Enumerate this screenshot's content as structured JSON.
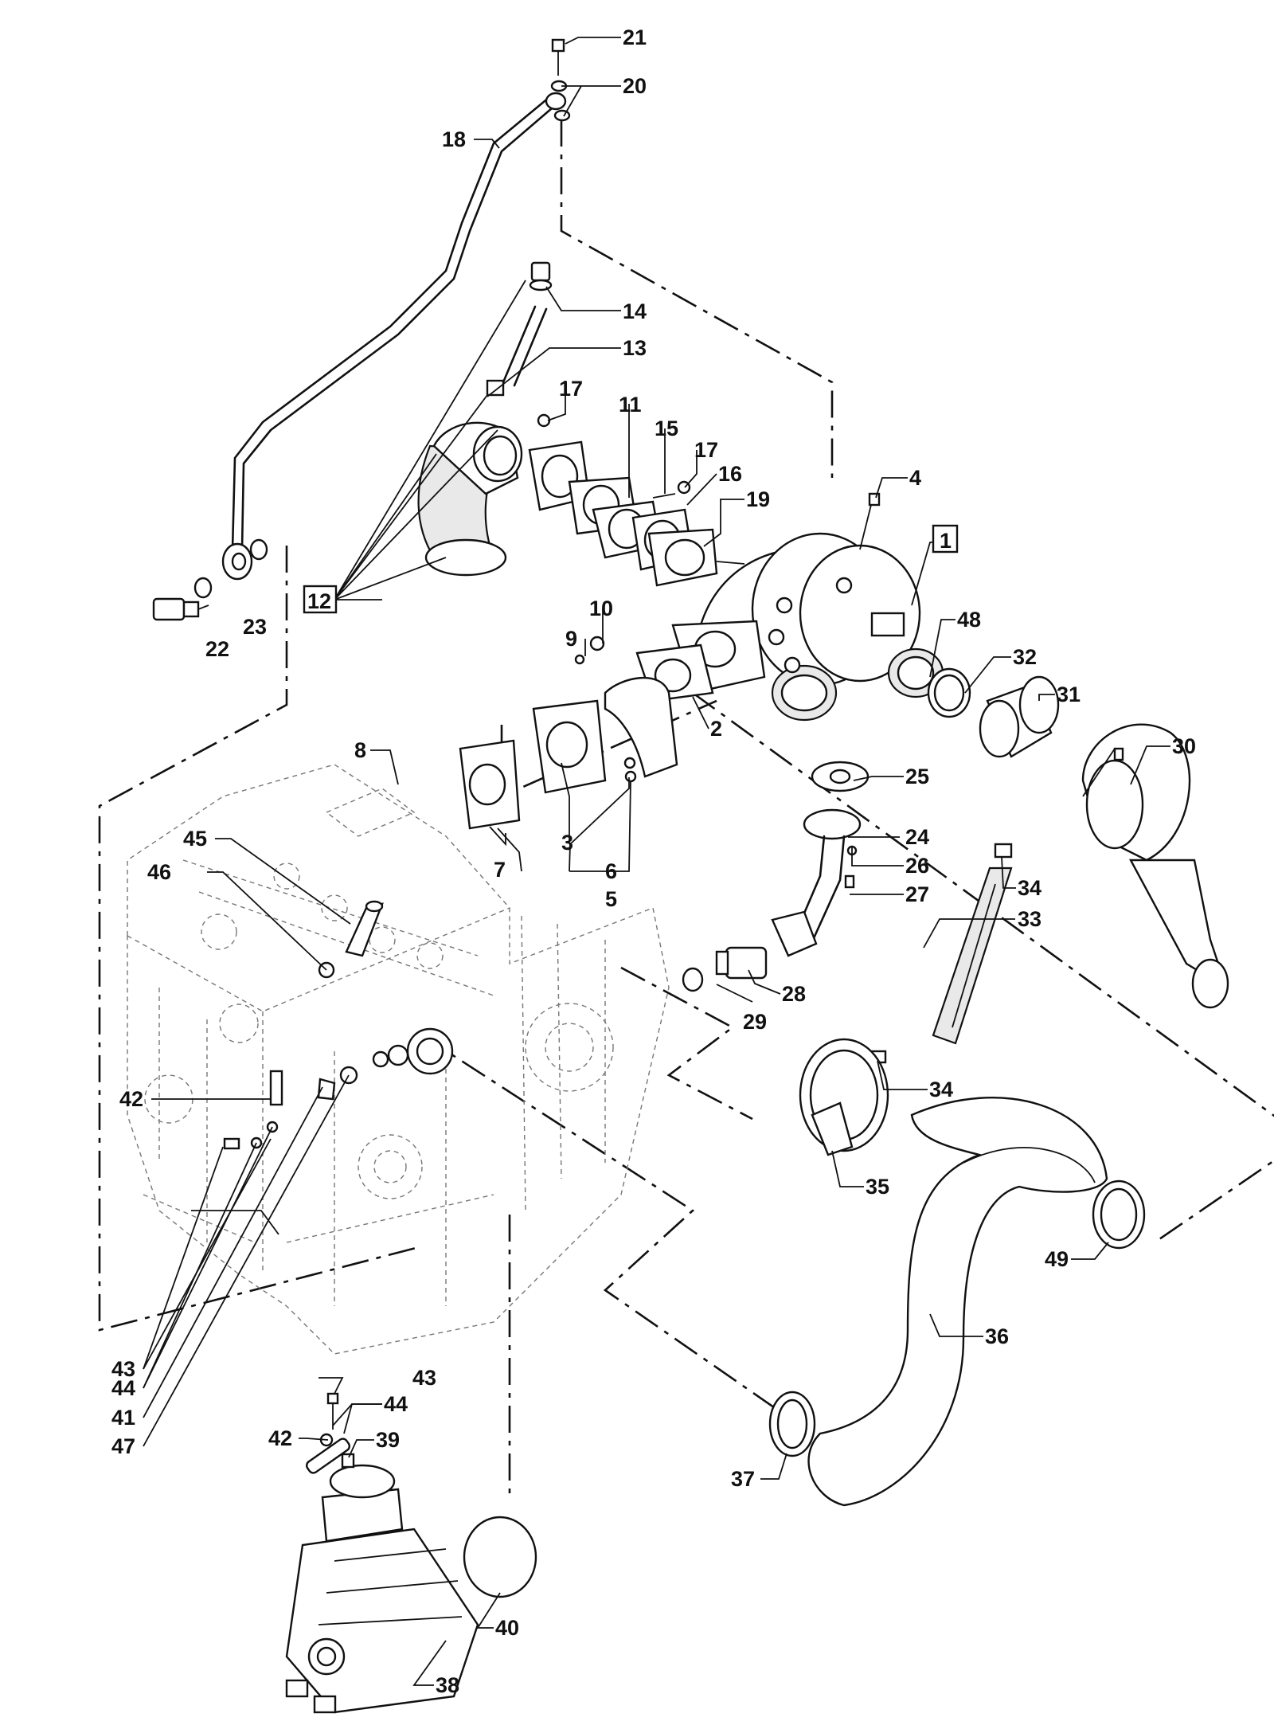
{
  "callouts": {
    "c1": "1",
    "c2": "2",
    "c3": "3",
    "c4": "4",
    "c5": "5",
    "c6": "6",
    "c7": "7",
    "c8": "8",
    "c9": "9",
    "c10": "10",
    "c11": "11",
    "c12": "12",
    "c13": "13",
    "c14": "14",
    "c15": "15",
    "c16": "16",
    "c17a": "17",
    "c17b": "17",
    "c18": "18",
    "c19": "19",
    "c20": "20",
    "c21": "21",
    "c22": "22",
    "c23": "23",
    "c24": "24",
    "c25": "25",
    "c26": "26",
    "c27": "27",
    "c28": "28",
    "c29": "29",
    "c30": "30",
    "c31": "31",
    "c32": "32",
    "c33": "33",
    "c34a": "34",
    "c34b": "34",
    "c35": "35",
    "c36": "36",
    "c37": "37",
    "c38": "38",
    "c39": "39",
    "c40": "40",
    "c41": "41",
    "c42a": "42",
    "c42b": "42",
    "c43a": "43",
    "c43b": "43",
    "c44a": "44",
    "c44b": "44",
    "c45": "45",
    "c46": "46",
    "c47": "47",
    "c48": "48",
    "c49": "49"
  }
}
